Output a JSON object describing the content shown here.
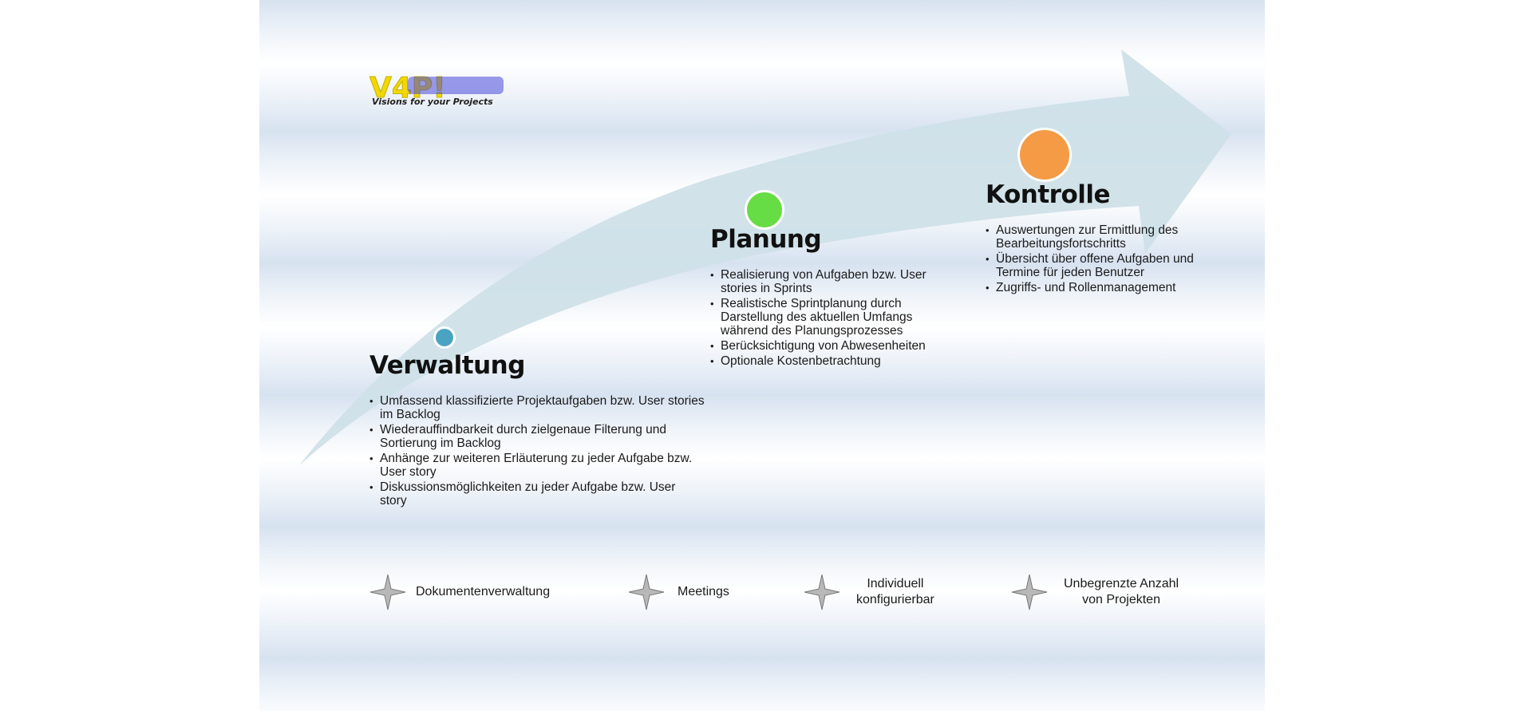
{
  "logo": {
    "mark": "V4P!",
    "tagline": "Visions for your Projects"
  },
  "colors": {
    "arrow": "#cfe0e8",
    "dot_verwaltung": "#4ba3c3",
    "dot_planung": "#66dd44",
    "dot_kontrolle": "#f59a45"
  },
  "stages": [
    {
      "title": "Verwaltung",
      "items": [
        "Umfassend klassifizierte Projektaufgaben bzw. User stories im Backlog",
        "Wiederauffindbarkeit durch zielgenaue Filterung und Sortierung im Backlog",
        "Anhänge zur weiteren Erläuterung zu jeder Aufgabe bzw. User story",
        "Diskussionsmöglichkeiten zu jeder Aufgabe bzw. User story"
      ]
    },
    {
      "title": "Planung",
      "items": [
        "Realisierung von Aufgaben bzw. User stories in Sprints",
        "Realistische Sprintplanung durch Darstellung des aktuellen Umfangs während des Planungsprozesses",
        "Berücksichtigung von Abwesenheiten",
        "Optionale Kostenbetrachtung"
      ]
    },
    {
      "title": "Kontrolle",
      "items": [
        "Auswertungen zur Ermittlung des Bearbeitungsfortschritts",
        "Übersicht über offene Aufgaben und Termine für jeden Benutzer",
        "Zugriffs- und Rollenmanagement"
      ]
    }
  ],
  "features": [
    {
      "label": "Dokumentenverwaltung",
      "icon": "star-icon"
    },
    {
      "label": "Meetings",
      "icon": "star-icon"
    },
    {
      "label": "Individuell\nkonfigurierbar",
      "icon": "star-icon"
    },
    {
      "label": "Unbegrenzte Anzahl\nvon Projekten",
      "icon": "star-icon"
    }
  ]
}
